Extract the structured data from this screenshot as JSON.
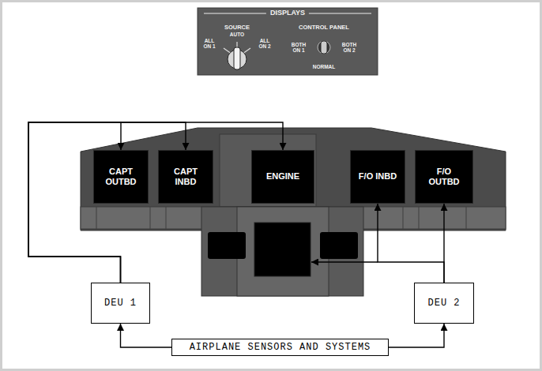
{
  "diagram": {
    "nodes": [
      {
        "text": [
          "DISPLAYS",
          "SOURCE",
          "CONTROL PANEL",
          "AUTO",
          "ALL ON 1",
          "ALL ON 2",
          "BOTH ON 1",
          "BOTH ON 2",
          "NORMAL"
        ]
      },
      {
        "text": [
          "CAPT OUTBD"
        ]
      },
      {
        "text": [
          "CAPT INBD"
        ]
      },
      {
        "text": [
          "ENGINE"
        ]
      },
      {
        "text": [
          "F/O INBD"
        ]
      },
      {
        "text": [
          "F/O OUTBD"
        ]
      },
      {
        "text": [
          "DEU 1"
        ]
      },
      {
        "text": [
          "DEU 2"
        ]
      },
      {
        "text": [
          "AIRPLANE SENSORS AND SYSTEMS"
        ]
      }
    ],
    "edges": [
      {
        "from": 8,
        "to": 6,
        "arrow": "to"
      },
      {
        "from": 8,
        "to": 7,
        "arrow": "to"
      },
      {
        "from": 6,
        "to": 1,
        "arrow": "to"
      },
      {
        "from": 6,
        "to": 2,
        "arrow": "to"
      },
      {
        "from": 6,
        "to": 3,
        "arrow": "to"
      },
      {
        "from": 7,
        "to": 4,
        "arrow": "to"
      },
      {
        "from": 7,
        "to": 5,
        "arrow": "to"
      }
    ]
  }
}
